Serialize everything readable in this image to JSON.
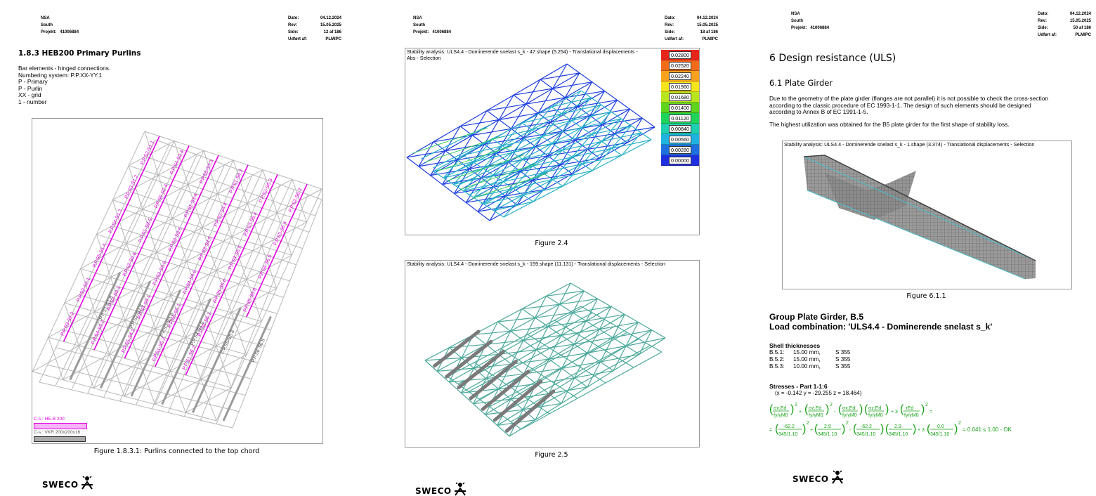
{
  "pages": [
    {
      "header": {
        "company_lines": [
          "NSA",
          "South"
        ],
        "project_label": "Projekt:",
        "project_value": "41006884",
        "date_label": "Dato:",
        "date_value": "04.12.2024",
        "rev_label": "Rev:",
        "rev_value": "15.05.2025",
        "side_label": "Side:",
        "side_value": "12 af 186",
        "author_label": "Udført af:",
        "author_value": "PLMIPC"
      },
      "section_title": "1.8.3 HEB200 Primary Purlins",
      "body_lines": [
        "Bar elements - hinged connections.",
        "Numbering system: P.P.XX-YY.1",
        "P - Primary",
        "P - Purlin",
        "XX - grid",
        "1 - number"
      ],
      "figure": {
        "purlin_labels": [
          "P.P.S2-S1.1",
          "P.P.S3-S1.2",
          "P.P.S4-S1.3",
          "P.P.S5-S1.4",
          "P.P.S2-S2.1",
          "P.P.S3-S2.2",
          "P.P.S4-S2.3",
          "P.P.S5-S2.4",
          "P.P.S1-S2.5",
          "P.P.S2-S2.6",
          "P.P.S3-S3.1",
          "P.P.S4-S3.2",
          "P.P.S5-S3.3",
          "P.P.S1-S3.4",
          "P.P.S2-S3.5",
          "P.P.S3-S3.6",
          "P.P.S4-S4.1",
          "P.P.S5-S4.2",
          "P.P.S1-S4.3",
          "P.P.S2-S4.4",
          "P.P.S3-S4.5",
          "P.P.S4-S4.6",
          "P.P.S5-S5.1",
          "P.P.S1-S5.2",
          "P.P.S2-S5.3",
          "P.P.S3-S5.4",
          "P.P.S4-S5.5",
          "P.P.S5-S5.6",
          "P.P.S6-S6.1",
          "P.P.S1-S6.2",
          "P.P.S2-S6.3",
          "P.P.S3-S6.4",
          "P.P.S4-S6.5",
          "P.P.S5-S6.6"
        ],
        "chord_labels": [
          "P.P.S1-S1.8",
          "P.P.S2-S2.8",
          "P.P.S3-S3.8",
          "P.P.S4-S4.8",
          "P.P.S5-S5.8",
          "P.P.S6-S6.8"
        ],
        "legend": [
          {
            "text": "C-s.: HE-B 200",
            "color": "#e000e0"
          },
          {
            "text": "C-s.: VKR 200x200x16",
            "color": "#555555"
          }
        ]
      },
      "caption": "Figure 1.8.3.1: Purlins connected to the top chord",
      "logo_text": "SWECO"
    },
    {
      "header": {
        "company_lines": [
          "NSA",
          "South"
        ],
        "project_label": "Projekt:",
        "project_value": "41006884",
        "date_label": "Dato:",
        "date_value": "04.12.2024",
        "rev_label": "Rev:",
        "rev_value": "15.05.2025",
        "side_label": "Side:",
        "side_value": "18 af 186",
        "author_label": "Udført af:",
        "author_value": "PLMIPC"
      },
      "figure1": {
        "title_line1": "Stability analysis: ULS4.4 - Dominerende snelast s_k - 47.shape (5.254) - Translational displacements -",
        "title_line2": "Abs - Selection",
        "legend_values": [
          "0.02800",
          "0.02520",
          "0.02240",
          "0.01960",
          "0.01680",
          "0.01400",
          "0.01120",
          "0.00840",
          "0.00560",
          "0.00280",
          "0.00000"
        ],
        "legend_colors": [
          "#e8251b",
          "#f26b1a",
          "#f7a21d",
          "#f5e51d",
          "#b8e51d",
          "#5ed41f",
          "#1fd45a",
          "#1fcfb1",
          "#1fb3e0",
          "#1f6fe0",
          "#1f2fe0"
        ]
      },
      "caption1": "Figure 2.4",
      "figure2": {
        "title": "Stability analysis: ULS4.4 - Dominerende snelast s_k - 159.shape (11.131) - Translational displacements - Selection"
      },
      "caption2": "Figure 2.5",
      "logo_text": "SWECO"
    },
    {
      "header": {
        "company_lines": [
          "NSA",
          "South"
        ],
        "project_label": "Projekt:",
        "project_value": "41006884",
        "date_label": "Dato:",
        "date_value": "04.12.2024",
        "rev_label": "Rev:",
        "rev_value": "15.05.2025",
        "side_label": "Side:",
        "side_value": "50 af 186",
        "author_label": "Udført af:",
        "author_value": "PLMIPC"
      },
      "chapter_title": "6 Design resistance (ULS)",
      "section_title": "6.1 Plate Girder",
      "para1_lines": [
        "Due to the geometry of the plate girder (flanges are not parallel) it is not possible to check the cross-section",
        "according to the classic procedure of EC 1993-1-1. The design of such elements should be designed",
        "according to Annex B of EC 1991-1-5."
      ],
      "para2": "The highest utilization was obtained for the B5 plate girder for the first shape of stability loss.",
      "figure": {
        "title": "Stability analysis: ULS4.4 - Dominerende snelast s_k - 1.shape (3.374) - Translational displacements - Selection"
      },
      "caption": "Figure 6.1.1",
      "group_title": "Group Plate Girder, B.5",
      "load_combination": "Load combination: 'ULS4.4 - Dominerende snelast s_k'",
      "shell_heading": "Shell thicknesses",
      "shells": [
        {
          "id": "B.5.1:",
          "thickness": "15.00 mm,",
          "grade": "S 355"
        },
        {
          "id": "B.5.2:",
          "thickness": "15.00 mm,",
          "grade": "S 355"
        },
        {
          "id": "B.5.3:",
          "thickness": "10.00 mm,",
          "grade": "S 355"
        }
      ],
      "stress_heading": "Stresses - Part 1-1:6",
      "coords": "(x = -0.142  y = -29.255  z = 18.464)",
      "formula": {
        "sx": "σx,Ed",
        "sz": "σz,Ed",
        "tau": "τEd",
        "den": "fy/γM0",
        "n1": "-62.2",
        "n2": "2.9",
        "n3": "-62.2",
        "n4": "2.9",
        "n5": "0.0",
        "d": "345/1.10",
        "result": "= 0.041 ≤ 1.00 - OK"
      },
      "logo_text": "SWECO"
    }
  ]
}
